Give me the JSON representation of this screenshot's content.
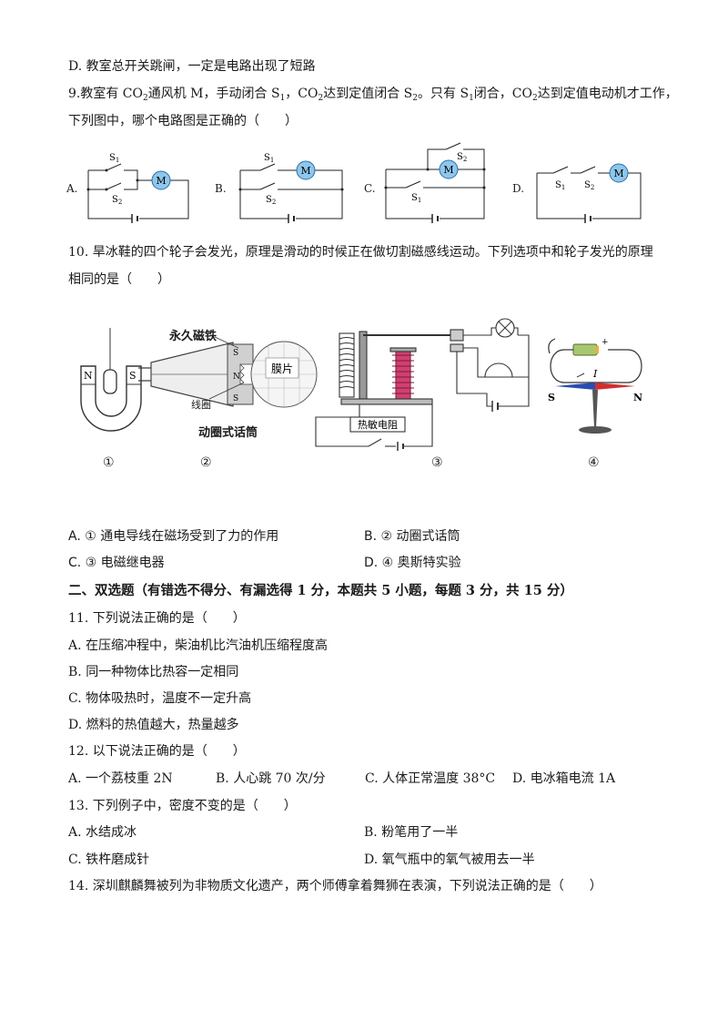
{
  "q8": {
    "d": "D. 教室总开关跳闸，一定是电路出现了短路"
  },
  "q9": {
    "number": "9.",
    "line1_a": "教室有 CO",
    "line1_b": "通风机 M，手动闭合 S",
    "line1_c": "，CO",
    "line1_d": "达到定值闭合 S",
    "line1_e": "。只有 S",
    "line1_f": "闭合，CO",
    "line1_g": "达到定值电动机才工作，",
    "sub2": "2",
    "sub1": "1",
    "line2": "下列图中，哪个电路图是正确的（　　）",
    "options": [
      {
        "label": "A.",
        "s1": "S",
        "s1sub": "1",
        "s2": "S",
        "s2sub": "2",
        "motor": "M"
      },
      {
        "label": "B.",
        "s1": "S",
        "s1sub": "1",
        "s2": "S",
        "s2sub": "2",
        "motor": "M"
      },
      {
        "label": "C.",
        "s1": "S",
        "s1sub": "1",
        "s2": "S",
        "s2sub": "2",
        "motor": "M"
      },
      {
        "label": "D.",
        "s1": "S",
        "s1sub": "1",
        "s2": "S",
        "s2sub": "2",
        "motor": "M"
      }
    ]
  },
  "q10": {
    "line1": "10. 旱冰鞋的四个轮子会发光，原理是滑动的时候正在做切割磁感线运动。下列选项中和轮子发光的原理",
    "line2": "相同的是（　　）",
    "fig1": {
      "n": "N",
      "s": "S",
      "num": "①"
    },
    "fig2": {
      "magnet": "永久磁铁",
      "film": "膜片",
      "coil": "线圈",
      "s": "S",
      "n": "N",
      "caption": "动圈式话筒",
      "num": "②"
    },
    "fig3": {
      "resistor": "热敏电阻",
      "num": "③"
    },
    "fig4": {
      "current": "I",
      "s": "S",
      "n": "N",
      "plus": "+",
      "num": "④"
    },
    "options": {
      "a": "A. ① 通电导线在磁场受到了力的作用",
      "b": "B. ② 动圈式话筒",
      "c": "C. ③ 电磁继电器",
      "d": "D. ④ 奥斯特实验"
    }
  },
  "section2": {
    "title": "二、双选题（有错选不得分、有漏选得 1 分，本题共 5 小题，每题 3 分，共 15 分）"
  },
  "q11": {
    "stem": "11. 下列说法正确的是（　　）",
    "a": "A.  在压缩冲程中，柴油机比汽油机压缩程度高",
    "b": "B.  同一种物体比热容一定相同",
    "c": "C.  物体吸热时，温度不一定升高",
    "d": "D.  燃料的热值越大，热量越多"
  },
  "q12": {
    "stem": "12. 以下说法正确的是（　　）",
    "a": "A.  一个荔枝重 2N",
    "b": "B.  人心跳 70 次/分",
    "c": "C.  人体正常温度 38°C",
    "d": "D.  电冰箱电流 1A"
  },
  "q13": {
    "stem": "13. 下列例子中，密度不变的是（　　）",
    "a": "A. 水结成冰",
    "b": "B. 粉笔用了一半",
    "c": "C. 铁杵磨成针",
    "d": "D. 氧气瓶中的氧气被用去一半"
  },
  "q14": {
    "stem": "14. 深圳麒麟舞被列为非物质文化遗产，两个师傅拿着舞狮在表演，下列说法正确的是（　　）"
  }
}
